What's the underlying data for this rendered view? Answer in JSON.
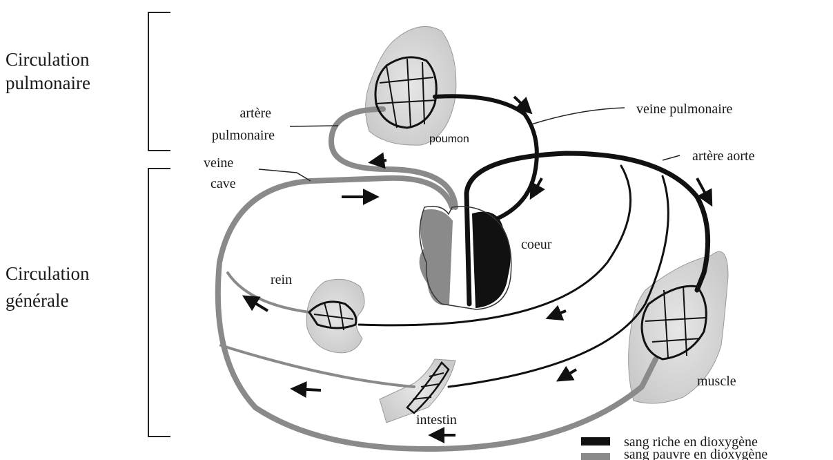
{
  "sections": {
    "pulmonary": [
      "Circulation",
      "pulmonaire"
    ],
    "general": [
      "Circulation",
      "générale"
    ]
  },
  "labels": {
    "pulmonary_artery": [
      "artère",
      "pulmonaire"
    ],
    "pulmonary_vein": "veine pulmonaire",
    "aorta": "artère aorte",
    "vena_cava": [
      "veine",
      "cave"
    ],
    "lung": "poumon",
    "heart": "coeur",
    "kidney": "rein",
    "muscle": "muscle",
    "intestine": "intestin"
  },
  "legend": [
    {
      "label": "sang riche en dioxygène",
      "color": "#111111"
    },
    {
      "label": "sang pauvre en dioxygène",
      "color": "#8a8a8a"
    }
  ],
  "colors": {
    "oxygen_rich": "#111111",
    "oxygen_poor": "#8a8a8a"
  }
}
